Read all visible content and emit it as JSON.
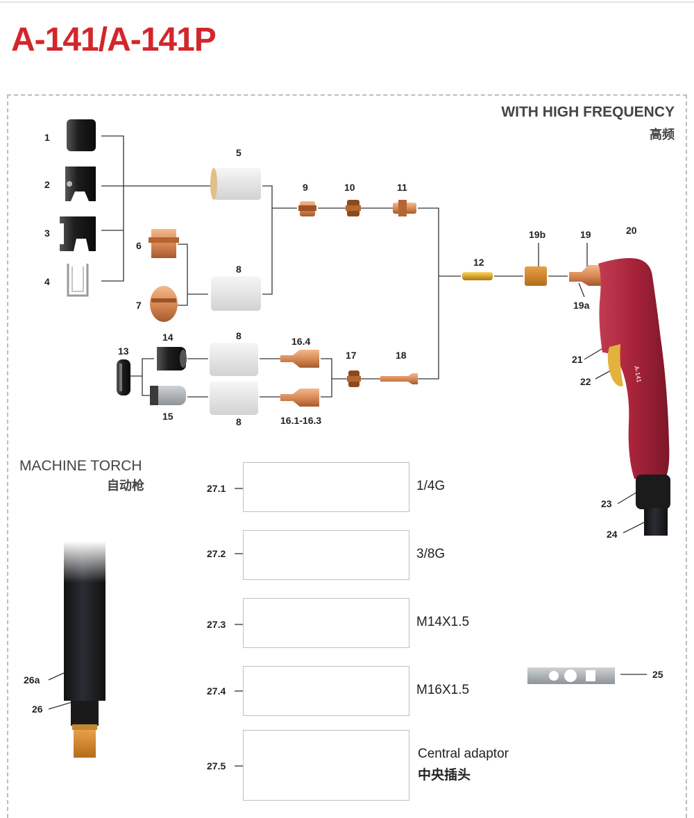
{
  "title": "A-141/A-141P",
  "section_hf": {
    "en": "WITH HIGH FREQUENCY",
    "cn": "高频"
  },
  "section_machine": {
    "en": "MACHINE TORCH",
    "cn": "自动枪"
  },
  "part_labels": [
    "1",
    "2",
    "3",
    "4",
    "5",
    "6",
    "7",
    "8",
    "8",
    "8",
    "9",
    "10",
    "11",
    "12",
    "13",
    "14",
    "15",
    "16.4",
    "16.1-16.3",
    "17",
    "18",
    "19b",
    "19",
    "19a",
    "20",
    "21",
    "22",
    "23",
    "24",
    "25",
    "26a",
    "26"
  ],
  "fittings": [
    {
      "ref": "27.1",
      "label": "1/4G"
    },
    {
      "ref": "27.2",
      "label": "3/8G"
    },
    {
      "ref": "27.3",
      "label": "M14X1.5"
    },
    {
      "ref": "27.4",
      "label": "M16X1.5"
    },
    {
      "ref": "27.5",
      "label": "Central adaptor",
      "label_cn": "中央插头"
    }
  ],
  "colors": {
    "title": "#d3262c",
    "handle": "#a8233a",
    "copper": "#c8793e",
    "brass": "#d9a52c",
    "ceramic": "#e6e6e6"
  }
}
